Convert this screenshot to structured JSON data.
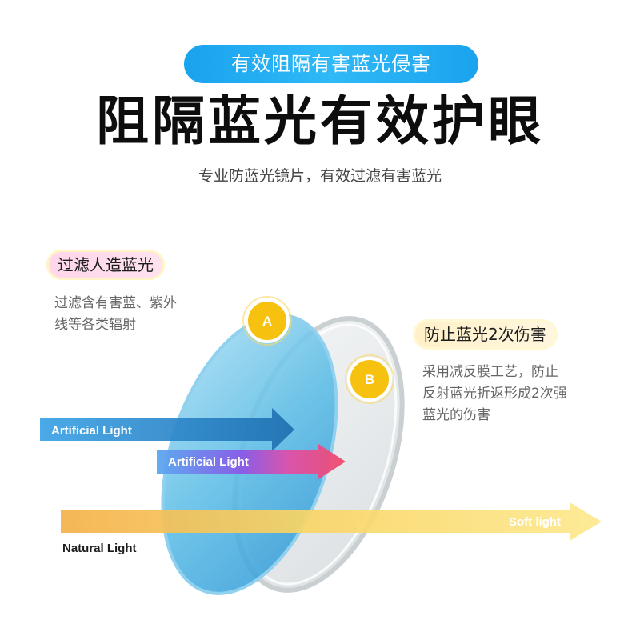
{
  "header": {
    "pill_text": "有效阻隔有害蓝光侵害",
    "title": "阻隔蓝光有效护眼",
    "subtitle": "专业防蓝光镜片，有效过滤有害蓝光"
  },
  "left_feature": {
    "tag": "过滤人造蓝光",
    "desc_line1": "过滤含有害蓝、紫外",
    "desc_line2": "线等各类辐射"
  },
  "right_feature": {
    "tag": "防止蓝光2次伤害",
    "desc_line1": "采用减反膜工艺，防止",
    "desc_line2": "反射蓝光折返形成2次强",
    "desc_line3": "蓝光的伤害"
  },
  "diagram": {
    "badge_a": "A",
    "badge_b": "B",
    "arrow1_label": "Artificial Light",
    "arrow2_label": "Artificial Light",
    "arrow3_label": "Soft light",
    "natural_label": "Natural Light",
    "colors": {
      "lens_blue": "#4fb6e3",
      "badge": "#f7c10f",
      "arrow_blue": "#2f8fd8",
      "arrow_pink": "#f0527a",
      "arrow_yellow": "#fbe26a"
    }
  }
}
